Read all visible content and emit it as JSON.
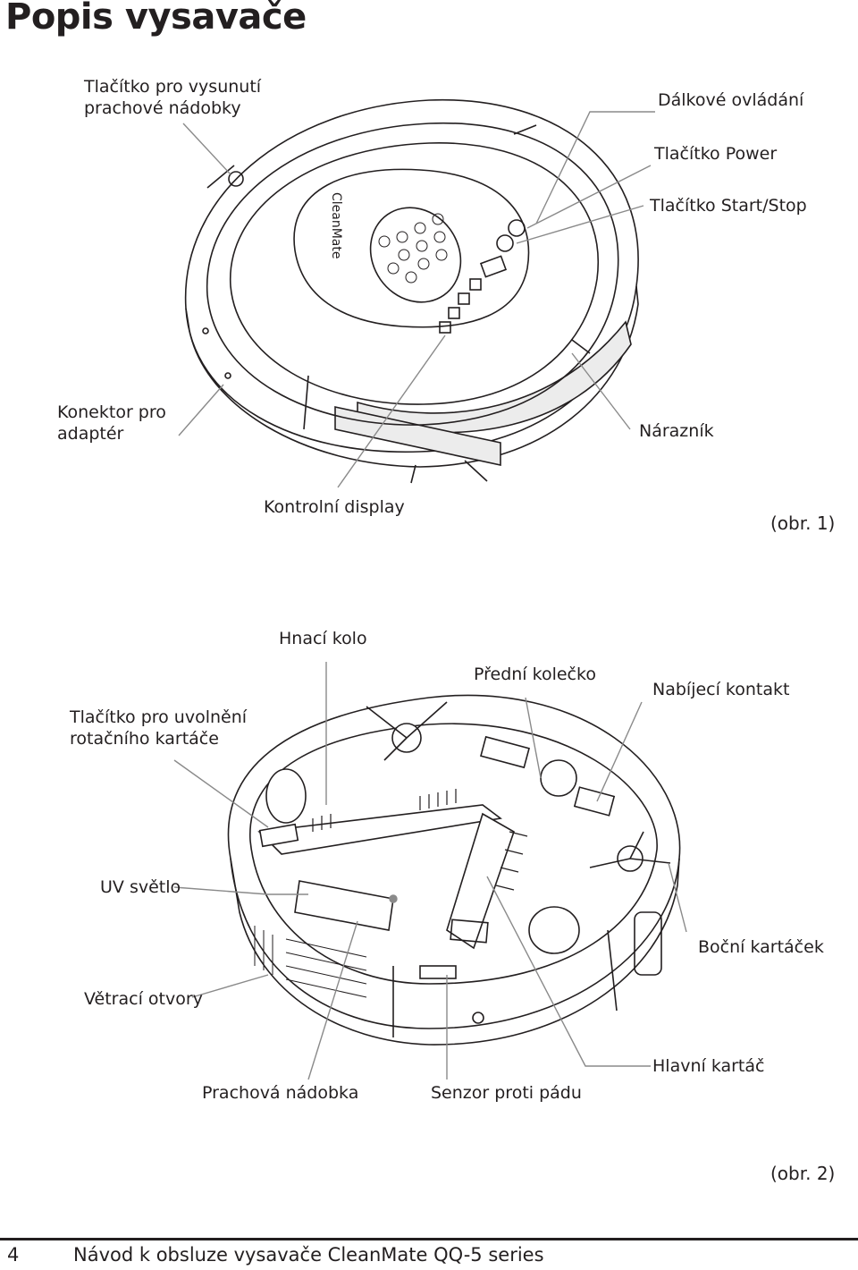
{
  "page_title": "Popis vysavače",
  "figure1": {
    "logo_text": "CleanMate",
    "caption": "(obr. 1)",
    "labels": {
      "dust_bin_button_line1": "Tlačítko pro vysunutí",
      "dust_bin_button_line2": "prachové nádobky",
      "remote": "Dálkové ovládání",
      "power": "Tlačítko Power",
      "start_stop": "Tlačítko Start/Stop",
      "adapter_line1": "Konektor pro",
      "adapter_line2": "adaptér",
      "bumper": "Nárazník",
      "display": "Kontrolní display"
    }
  },
  "figure2": {
    "caption": "(obr. 2)",
    "labels": {
      "drive_wheel": "Hnací kolo",
      "front_wheel": "Přední kolečko",
      "charge_contact": "Nabíjecí kontakt",
      "release_line1": "Tlačítko pro uvolnění",
      "release_line2": "rotačního kartáče",
      "uv_light": "UV světlo",
      "side_brush": "Boční kartáček",
      "vents": "Větrací otvory",
      "dust_bin": "Prachová nádobka",
      "cliff_sensor": "Senzor proti pádu",
      "main_brush": "Hlavní kartáč"
    }
  },
  "footer": {
    "page_number": "4",
    "text": "Návod k obsluze vysavače CleanMate QQ-5 series"
  }
}
